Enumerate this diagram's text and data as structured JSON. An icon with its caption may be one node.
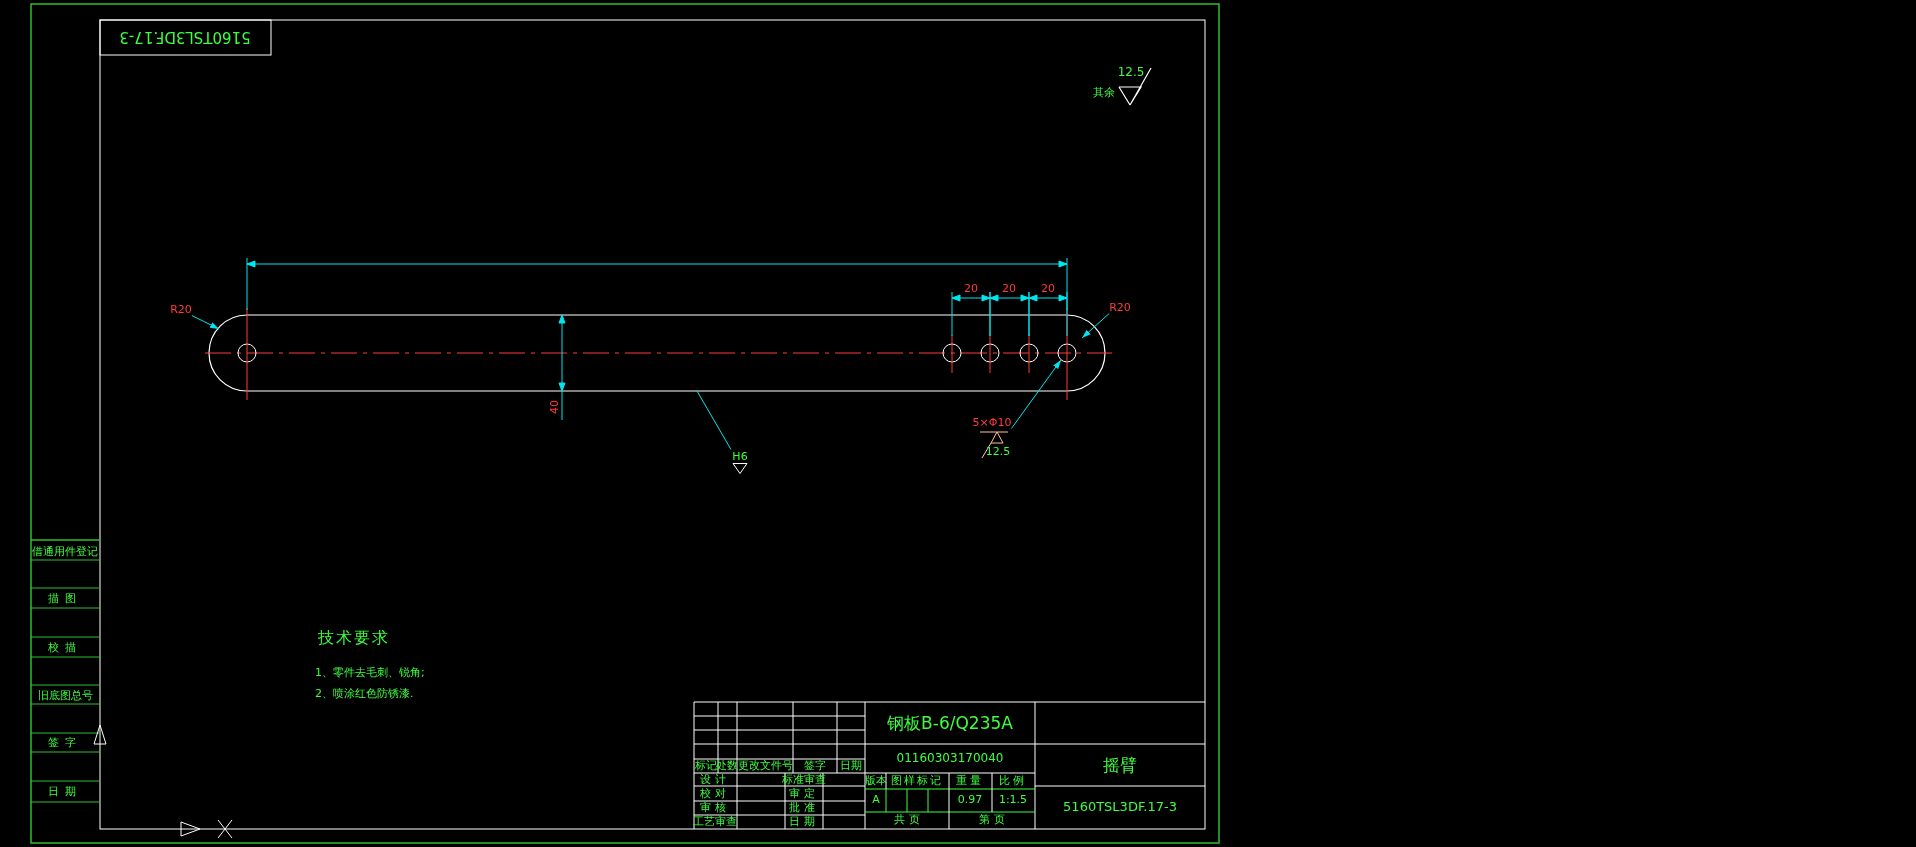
{
  "diagram": {
    "nodes": [
      {
        "text": [
          "R20"
        ]
      },
      {
        "text": [
          "R20"
        ]
      },
      {
        "text": [
          "5×Φ10"
        ]
      },
      {
        "text": [
          "H6"
        ]
      },
      {
        "text": [],
        "shape": "picture"
      }
    ],
    "edges": [
      {
        "from": 0,
        "to": 4,
        "arrow": "to"
      },
      {
        "from": 1,
        "to": 4,
        "arrow": "to"
      },
      {
        "from": 2,
        "to": 4,
        "arrow": "to"
      },
      {
        "from": 3,
        "to": 4,
        "arrow": "none"
      }
    ],
    "labels": [
      "5160TSL3DF.17-3",
      "其余",
      "12.5",
      "20",
      "20",
      "20",
      "40",
      "12.5",
      "借通用件登记",
      "描图",
      "校描",
      "旧底图总号",
      "签字",
      "日期",
      "技术要求",
      "1、零件去毛刺、锐角;",
      "2、喷涂红色防锈漆.",
      "钢板B-6/Q235A",
      "01160303170040",
      "标记",
      "处数",
      "更改文件号",
      "签字",
      "日期",
      "版本",
      "图样标记",
      "重量",
      "比例",
      "摇臂",
      "设计",
      "标准审查",
      "A",
      "0.97",
      "1:1.5",
      "校对",
      "审定",
      "审核",
      "批准",
      "共 页",
      "第 页",
      "5160TSL3DF.17-3",
      "工艺审查",
      "日期"
    ]
  }
}
